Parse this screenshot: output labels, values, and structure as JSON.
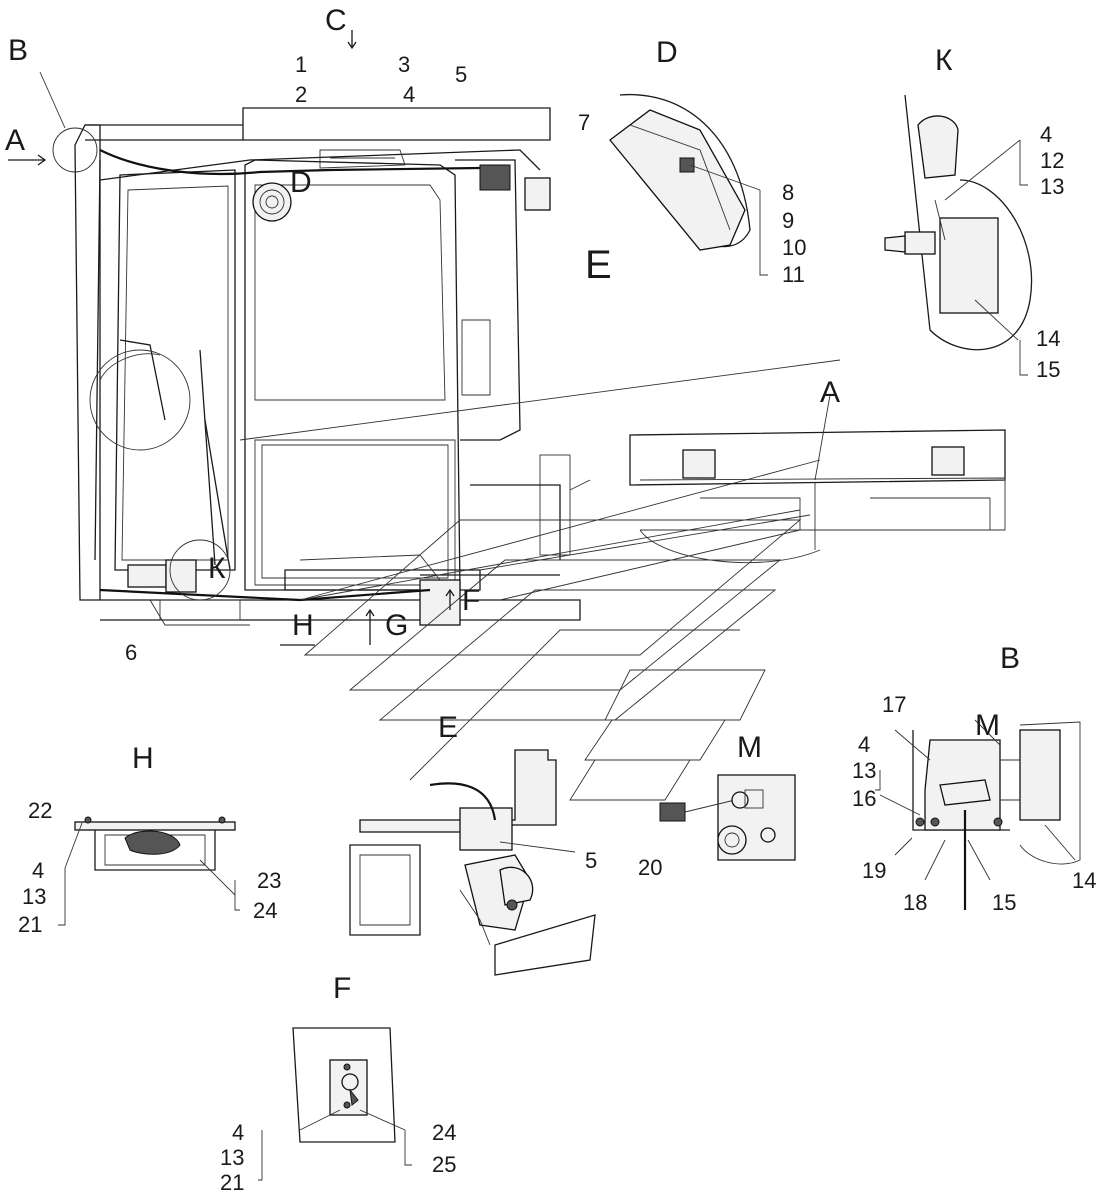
{
  "views": {
    "B": "B",
    "C": "C",
    "A": "A",
    "D": "D",
    "K": "К",
    "E": "E",
    "H": "H",
    "G": "G",
    "F": "F",
    "M": "M"
  },
  "callouts": {
    "n1": "1",
    "n2": "2",
    "n3": "3",
    "n4": "4",
    "n5": "5",
    "n6": "6",
    "n7": "7",
    "n8": "8",
    "n9": "9",
    "n10": "10",
    "n11": "11",
    "n12": "12",
    "n13": "13",
    "n14": "14",
    "n15": "15",
    "n16": "16",
    "n17": "17",
    "n18": "18",
    "n19": "19",
    "n20": "20",
    "n21": "21",
    "n22": "22",
    "n23": "23",
    "n24": "24",
    "n25": "25"
  }
}
